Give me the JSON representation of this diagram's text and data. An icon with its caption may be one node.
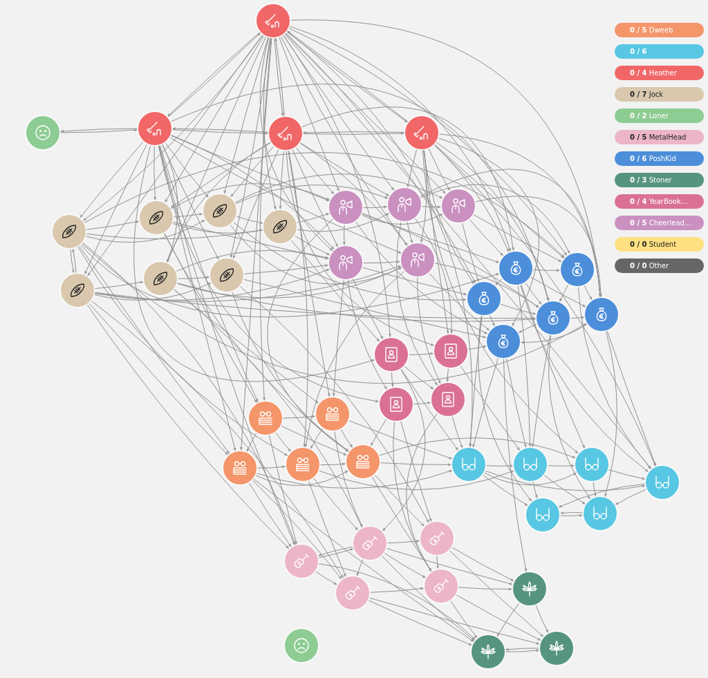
{
  "diagram": {
    "nodes": [
      {
        "text": [],
        "shape": "circle"
      },
      {
        "text": [],
        "shape": "circle"
      },
      {
        "text": [],
        "shape": "circle"
      },
      {
        "text": [],
        "shape": "circle"
      },
      {
        "text": [],
        "shape": "circle"
      },
      {
        "text": [],
        "shape": "circle"
      },
      {
        "text": [],
        "shape": "circle"
      },
      {
        "text": [],
        "shape": "circle"
      },
      {
        "text": [],
        "shape": "circle"
      },
      {
        "text": [],
        "shape": "circle"
      },
      {
        "text": [],
        "shape": "circle"
      },
      {
        "text": [],
        "shape": "circle"
      },
      {
        "text": [],
        "shape": "circle"
      },
      {
        "text": [],
        "shape": "circle"
      },
      {
        "text": [],
        "shape": "circle"
      },
      {
        "text": [],
        "shape": "circle"
      },
      {
        "text": [],
        "shape": "circle"
      },
      {
        "text": [],
        "shape": "circle"
      },
      {
        "text": [],
        "shape": "circle"
      },
      {
        "text": [],
        "shape": "circle"
      },
      {
        "text": [],
        "shape": "circle"
      },
      {
        "text": [],
        "shape": "circle"
      },
      {
        "text": [],
        "shape": "circle"
      },
      {
        "text": [],
        "shape": "circle"
      },
      {
        "text": [],
        "shape": "circle"
      },
      {
        "text": [],
        "shape": "circle"
      },
      {
        "text": [],
        "shape": "circle"
      },
      {
        "text": [],
        "shape": "circle"
      },
      {
        "text": [],
        "shape": "circle"
      },
      {
        "text": [],
        "shape": "circle"
      },
      {
        "text": [],
        "shape": "circle"
      },
      {
        "text": [],
        "shape": "circle"
      },
      {
        "text": [],
        "shape": "circle"
      },
      {
        "text": [],
        "shape": "circle"
      },
      {
        "text": [],
        "shape": "circle"
      },
      {
        "text": [],
        "shape": "circle"
      },
      {
        "text": [],
        "shape": "circle"
      },
      {
        "text": [],
        "shape": "circle"
      },
      {
        "text": [],
        "shape": "circle"
      },
      {
        "text": [],
        "shape": "circle"
      },
      {
        "text": [],
        "shape": "circle"
      },
      {
        "text": [],
        "shape": "circle"
      },
      {
        "text": [],
        "shape": "circle"
      },
      {
        "text": [],
        "shape": "circle"
      },
      {
        "text": [],
        "shape": "circle"
      },
      {
        "text": [],
        "shape": "circle"
      },
      {
        "text": [],
        "shape": "circle"
      }
    ],
    "edges": [
      {
        "from": 0,
        "to": 2,
        "arrow": "to"
      },
      {
        "from": 0,
        "to": 3,
        "arrow": "to"
      },
      {
        "from": 0,
        "to": 4,
        "arrow": "to"
      },
      {
        "from": 0,
        "to": 8,
        "arrow": "to"
      },
      {
        "from": 0,
        "to": 9,
        "arrow": "to"
      },
      {
        "from": 0,
        "to": 10,
        "arrow": "to"
      },
      {
        "from": 0,
        "to": 11,
        "arrow": "to"
      },
      {
        "from": 0,
        "to": 16,
        "arrow": "to"
      },
      {
        "from": 0,
        "to": 17,
        "arrow": "to"
      },
      {
        "from": 0,
        "to": 18,
        "arrow": "to"
      },
      {
        "from": 0,
        "to": 5,
        "arrow": "to"
      },
      {
        "from": 0,
        "to": 6,
        "arrow": "to"
      },
      {
        "from": 0,
        "to": 7,
        "arrow": "to"
      },
      {
        "from": 0,
        "to": 12,
        "arrow": "to"
      },
      {
        "from": 0,
        "to": 13,
        "arrow": "to"
      },
      {
        "from": 0,
        "to": 14,
        "arrow": "to"
      },
      {
        "from": 0,
        "to": 15,
        "arrow": "to"
      },
      {
        "from": 0,
        "to": 19,
        "arrow": "to"
      },
      {
        "from": 0,
        "to": 21,
        "arrow": "to"
      },
      {
        "from": 0,
        "to": 22,
        "arrow": "to"
      },
      {
        "from": 0,
        "to": 27,
        "arrow": "to"
      },
      {
        "from": 0,
        "to": 29,
        "arrow": "to"
      },
      {
        "from": 0,
        "to": 32,
        "arrow": "to"
      },
      {
        "from": 0,
        "to": 35,
        "arrow": "to"
      },
      {
        "from": 2,
        "to": 0,
        "arrow": "to"
      },
      {
        "from": 2,
        "to": 1,
        "arrow": "to"
      },
      {
        "from": 2,
        "to": 3,
        "arrow": "to"
      },
      {
        "from": 2,
        "to": 8,
        "arrow": "to"
      },
      {
        "from": 2,
        "to": 9,
        "arrow": "to"
      },
      {
        "from": 2,
        "to": 10,
        "arrow": "to"
      },
      {
        "from": 2,
        "to": 16,
        "arrow": "to"
      },
      {
        "from": 2,
        "to": 17,
        "arrow": "to"
      },
      {
        "from": 2,
        "to": 18,
        "arrow": "to"
      },
      {
        "from": 2,
        "to": 5,
        "arrow": "to"
      },
      {
        "from": 2,
        "to": 12,
        "arrow": "to"
      },
      {
        "from": 2,
        "to": 13,
        "arrow": "to"
      },
      {
        "from": 2,
        "to": 20,
        "arrow": "to"
      },
      {
        "from": 2,
        "to": 22,
        "arrow": "to"
      },
      {
        "from": 2,
        "to": 25,
        "arrow": "to"
      },
      {
        "from": 2,
        "to": 27,
        "arrow": "to"
      },
      {
        "from": 2,
        "to": 29,
        "arrow": "to"
      },
      {
        "from": 2,
        "to": 40,
        "arrow": "to"
      },
      {
        "from": 1,
        "to": 2,
        "arrow": "to"
      },
      {
        "from": 3,
        "to": 0,
        "arrow": "to"
      },
      {
        "from": 3,
        "to": 2,
        "arrow": "to"
      },
      {
        "from": 3,
        "to": 4,
        "arrow": "to"
      },
      {
        "from": 3,
        "to": 8,
        "arrow": "to"
      },
      {
        "from": 3,
        "to": 9,
        "arrow": "to"
      },
      {
        "from": 3,
        "to": 11,
        "arrow": "to"
      },
      {
        "from": 3,
        "to": 16,
        "arrow": "to"
      },
      {
        "from": 3,
        "to": 17,
        "arrow": "to"
      },
      {
        "from": 3,
        "to": 5,
        "arrow": "to"
      },
      {
        "from": 3,
        "to": 6,
        "arrow": "to"
      },
      {
        "from": 3,
        "to": 12,
        "arrow": "to"
      },
      {
        "from": 3,
        "to": 13,
        "arrow": "to"
      },
      {
        "from": 3,
        "to": 14,
        "arrow": "to"
      },
      {
        "from": 3,
        "to": 23,
        "arrow": "to"
      },
      {
        "from": 3,
        "to": 28,
        "arrow": "to"
      },
      {
        "from": 3,
        "to": 30,
        "arrow": "to"
      },
      {
        "from": 4,
        "to": 0,
        "arrow": "to"
      },
      {
        "from": 4,
        "to": 3,
        "arrow": "to"
      },
      {
        "from": 4,
        "to": 7,
        "arrow": "to"
      },
      {
        "from": 4,
        "to": 6,
        "arrow": "to"
      },
      {
        "from": 4,
        "to": 13,
        "arrow": "to"
      },
      {
        "from": 4,
        "to": 14,
        "arrow": "to"
      },
      {
        "from": 4,
        "to": 15,
        "arrow": "to"
      },
      {
        "from": 4,
        "to": 19,
        "arrow": "to"
      },
      {
        "from": 4,
        "to": 21,
        "arrow": "to"
      },
      {
        "from": 4,
        "to": 20,
        "arrow": "to"
      },
      {
        "from": 4,
        "to": 24,
        "arrow": "to"
      },
      {
        "from": 4,
        "to": 23,
        "arrow": "to"
      },
      {
        "from": 4,
        "to": 34,
        "arrow": "to"
      },
      {
        "from": 4,
        "to": 35,
        "arrow": "to"
      },
      {
        "from": 10,
        "to": 18,
        "arrow": "to"
      },
      {
        "from": 18,
        "to": 10,
        "arrow": "to"
      },
      {
        "from": 10,
        "to": 8,
        "arrow": "to"
      },
      {
        "from": 10,
        "to": 9,
        "arrow": "to"
      },
      {
        "from": 10,
        "to": 11,
        "arrow": "to"
      },
      {
        "from": 10,
        "to": 14,
        "arrow": "to"
      },
      {
        "from": 10,
        "to": 15,
        "arrow": "to"
      },
      {
        "from": 10,
        "to": 21,
        "arrow": "to"
      },
      {
        "from": 10,
        "to": 30,
        "arrow": "to"
      },
      {
        "from": 10,
        "to": 29,
        "arrow": "to"
      },
      {
        "from": 10,
        "to": 40,
        "arrow": "to"
      },
      {
        "from": 18,
        "to": 16,
        "arrow": "to"
      },
      {
        "from": 18,
        "to": 17,
        "arrow": "to"
      },
      {
        "from": 18,
        "to": 12,
        "arrow": "to"
      },
      {
        "from": 18,
        "to": 13,
        "arrow": "to"
      },
      {
        "from": 18,
        "to": 20,
        "arrow": "to"
      },
      {
        "from": 18,
        "to": 29,
        "arrow": "to"
      },
      {
        "from": 18,
        "to": 40,
        "arrow": "to"
      },
      {
        "from": 18,
        "to": 41,
        "arrow": "to"
      },
      {
        "from": 8,
        "to": 9,
        "arrow": "to"
      },
      {
        "from": 8,
        "to": 11,
        "arrow": "to"
      },
      {
        "from": 8,
        "to": 5,
        "arrow": "to"
      },
      {
        "from": 8,
        "to": 12,
        "arrow": "to"
      },
      {
        "from": 8,
        "to": 31,
        "arrow": "to"
      },
      {
        "from": 8,
        "to": 27,
        "arrow": "to"
      },
      {
        "from": 9,
        "to": 11,
        "arrow": "to"
      },
      {
        "from": 9,
        "to": 6,
        "arrow": "to"
      },
      {
        "from": 9,
        "to": 7,
        "arrow": "to"
      },
      {
        "from": 9,
        "to": 13,
        "arrow": "to"
      },
      {
        "from": 9,
        "to": 19,
        "arrow": "to"
      },
      {
        "from": 16,
        "to": 17,
        "arrow": "to"
      },
      {
        "from": 16,
        "to": 12,
        "arrow": "to"
      },
      {
        "from": 16,
        "to": 13,
        "arrow": "to"
      },
      {
        "from": 16,
        "to": 20,
        "arrow": "to"
      },
      {
        "from": 16,
        "to": 28,
        "arrow": "to"
      },
      {
        "from": 16,
        "to": 38,
        "arrow": "to"
      },
      {
        "from": 17,
        "to": 12,
        "arrow": "to"
      },
      {
        "from": 17,
        "to": 24,
        "arrow": "to"
      },
      {
        "from": 17,
        "to": 31,
        "arrow": "to"
      },
      {
        "from": 17,
        "to": 39,
        "arrow": "to"
      },
      {
        "from": 11,
        "to": 5,
        "arrow": "to"
      },
      {
        "from": 11,
        "to": 6,
        "arrow": "to"
      },
      {
        "from": 11,
        "to": 12,
        "arrow": "to"
      },
      {
        "from": 11,
        "to": 22,
        "arrow": "to"
      },
      {
        "from": 5,
        "to": 6,
        "arrow": "to"
      },
      {
        "from": 5,
        "to": 7,
        "arrow": "to"
      },
      {
        "from": 5,
        "to": 12,
        "arrow": "to"
      },
      {
        "from": 5,
        "to": 14,
        "arrow": "to"
      },
      {
        "from": 5,
        "to": 20,
        "arrow": "to"
      },
      {
        "from": 5,
        "to": 24,
        "arrow": "to"
      },
      {
        "from": 5,
        "to": 31,
        "arrow": "to"
      },
      {
        "from": 6,
        "to": 7,
        "arrow": "to"
      },
      {
        "from": 6,
        "to": 13,
        "arrow": "to"
      },
      {
        "from": 6,
        "to": 15,
        "arrow": "to"
      },
      {
        "from": 6,
        "to": 21,
        "arrow": "to"
      },
      {
        "from": 6,
        "to": 23,
        "arrow": "to"
      },
      {
        "from": 6,
        "to": 26,
        "arrow": "to"
      },
      {
        "from": 7,
        "to": 15,
        "arrow": "to"
      },
      {
        "from": 7,
        "to": 21,
        "arrow": "to"
      },
      {
        "from": 7,
        "to": 14,
        "arrow": "to"
      },
      {
        "from": 7,
        "to": 19,
        "arrow": "to"
      },
      {
        "from": 12,
        "to": 13,
        "arrow": "to"
      },
      {
        "from": 12,
        "to": 19,
        "arrow": "to"
      },
      {
        "from": 12,
        "to": 22,
        "arrow": "to"
      },
      {
        "from": 12,
        "to": 25,
        "arrow": "to"
      },
      {
        "from": 12,
        "to": 28,
        "arrow": "to"
      },
      {
        "from": 13,
        "to": 20,
        "arrow": "to"
      },
      {
        "from": 13,
        "to": 24,
        "arrow": "to"
      },
      {
        "from": 13,
        "to": 26,
        "arrow": "to"
      },
      {
        "from": 13,
        "to": 30,
        "arrow": "to"
      },
      {
        "from": 14,
        "to": 15,
        "arrow": "to"
      },
      {
        "from": 14,
        "to": 19,
        "arrow": "to"
      },
      {
        "from": 14,
        "to": 20,
        "arrow": "to"
      },
      {
        "from": 14,
        "to": 21,
        "arrow": "to"
      },
      {
        "from": 14,
        "to": 33,
        "arrow": "to"
      },
      {
        "from": 14,
        "to": 34,
        "arrow": "to"
      },
      {
        "from": 14,
        "to": 35,
        "arrow": "to"
      },
      {
        "from": 15,
        "to": 21,
        "arrow": "to"
      },
      {
        "from": 15,
        "to": 20,
        "arrow": "to"
      },
      {
        "from": 15,
        "to": 35,
        "arrow": "to"
      },
      {
        "from": 19,
        "to": 20,
        "arrow": "to"
      },
      {
        "from": 19,
        "to": 24,
        "arrow": "to"
      },
      {
        "from": 19,
        "to": 32,
        "arrow": "to"
      },
      {
        "from": 19,
        "to": 36,
        "arrow": "to"
      },
      {
        "from": 20,
        "to": 21,
        "arrow": "to"
      },
      {
        "from": 20,
        "to": 24,
        "arrow": "to"
      },
      {
        "from": 20,
        "to": 33,
        "arrow": "to"
      },
      {
        "from": 20,
        "to": 37,
        "arrow": "to"
      },
      {
        "from": 21,
        "to": 24,
        "arrow": "to"
      },
      {
        "from": 21,
        "to": 35,
        "arrow": "to"
      },
      {
        "from": 21,
        "to": 37,
        "arrow": "to"
      },
      {
        "from": 24,
        "to": 32,
        "arrow": "to"
      },
      {
        "from": 24,
        "to": 33,
        "arrow": "to"
      },
      {
        "from": 24,
        "to": 43,
        "arrow": "to"
      },
      {
        "from": 22,
        "to": 23,
        "arrow": "to"
      },
      {
        "from": 22,
        "to": 25,
        "arrow": "to"
      },
      {
        "from": 22,
        "to": 26,
        "arrow": "to"
      },
      {
        "from": 22,
        "to": 38,
        "arrow": "to"
      },
      {
        "from": 22,
        "to": 32,
        "arrow": "to"
      },
      {
        "from": 23,
        "to": 26,
        "arrow": "to"
      },
      {
        "from": 23,
        "to": 24,
        "arrow": "to"
      },
      {
        "from": 23,
        "to": 33,
        "arrow": "to"
      },
      {
        "from": 25,
        "to": 26,
        "arrow": "to"
      },
      {
        "from": 25,
        "to": 31,
        "arrow": "to"
      },
      {
        "from": 25,
        "to": 39,
        "arrow": "to"
      },
      {
        "from": 25,
        "to": 42,
        "arrow": "to"
      },
      {
        "from": 26,
        "to": 32,
        "arrow": "to"
      },
      {
        "from": 26,
        "to": 42,
        "arrow": "to"
      },
      {
        "from": 27,
        "to": 28,
        "arrow": "to"
      },
      {
        "from": 27,
        "to": 29,
        "arrow": "to"
      },
      {
        "from": 27,
        "to": 30,
        "arrow": "to"
      },
      {
        "from": 27,
        "to": 31,
        "arrow": "to"
      },
      {
        "from": 27,
        "to": 40,
        "arrow": "to"
      },
      {
        "from": 28,
        "to": 30,
        "arrow": "to"
      },
      {
        "from": 28,
        "to": 31,
        "arrow": "to"
      },
      {
        "from": 28,
        "to": 32,
        "arrow": "to"
      },
      {
        "from": 28,
        "to": 38,
        "arrow": "to"
      },
      {
        "from": 29,
        "to": 30,
        "arrow": "to"
      },
      {
        "from": 29,
        "to": 31,
        "arrow": "to"
      },
      {
        "from": 29,
        "to": 32,
        "arrow": "to"
      },
      {
        "from": 29,
        "to": 40,
        "arrow": "to"
      },
      {
        "from": 29,
        "to": 41,
        "arrow": "to"
      },
      {
        "from": 29,
        "to": 45,
        "arrow": "to"
      },
      {
        "from": 30,
        "to": 31,
        "arrow": "to"
      },
      {
        "from": 30,
        "to": 33,
        "arrow": "to"
      },
      {
        "from": 30,
        "to": 38,
        "arrow": "to"
      },
      {
        "from": 30,
        "to": 41,
        "arrow": "to"
      },
      {
        "from": 31,
        "to": 32,
        "arrow": "to"
      },
      {
        "from": 31,
        "to": 34,
        "arrow": "to"
      },
      {
        "from": 31,
        "to": 39,
        "arrow": "to"
      },
      {
        "from": 31,
        "to": 42,
        "arrow": "to"
      },
      {
        "from": 32,
        "to": 33,
        "arrow": "to"
      },
      {
        "from": 32,
        "to": 34,
        "arrow": "to"
      },
      {
        "from": 32,
        "to": 36,
        "arrow": "to"
      },
      {
        "from": 32,
        "to": 35,
        "arrow": "to"
      },
      {
        "from": 33,
        "to": 34,
        "arrow": "to"
      },
      {
        "from": 33,
        "to": 36,
        "arrow": "to"
      },
      {
        "from": 33,
        "to": 37,
        "arrow": "to"
      },
      {
        "from": 34,
        "to": 35,
        "arrow": "to"
      },
      {
        "from": 34,
        "to": 37,
        "arrow": "to"
      },
      {
        "from": 35,
        "to": 37,
        "arrow": "to"
      },
      {
        "from": 35,
        "to": 36,
        "arrow": "to"
      },
      {
        "from": 36,
        "to": 37,
        "arrow": "to"
      },
      {
        "from": 37,
        "to": 36,
        "arrow": "to"
      },
      {
        "from": 38,
        "to": 39,
        "arrow": "to"
      },
      {
        "from": 38,
        "to": 40,
        "arrow": "to"
      },
      {
        "from": 38,
        "to": 41,
        "arrow": "to"
      },
      {
        "from": 38,
        "to": 42,
        "arrow": "to"
      },
      {
        "from": 38,
        "to": 43,
        "arrow": "to"
      },
      {
        "from": 38,
        "to": 45,
        "arrow": "to"
      },
      {
        "from": 39,
        "to": 42,
        "arrow": "to"
      },
      {
        "from": 39,
        "to": 43,
        "arrow": "to"
      },
      {
        "from": 39,
        "to": 46,
        "arrow": "to"
      },
      {
        "from": 40,
        "to": 41,
        "arrow": "to"
      },
      {
        "from": 40,
        "to": 38,
        "arrow": "to"
      },
      {
        "from": 40,
        "to": 45,
        "arrow": "to"
      },
      {
        "from": 41,
        "to": 42,
        "arrow": "to"
      },
      {
        "from": 41,
        "to": 45,
        "arrow": "to"
      },
      {
        "from": 41,
        "to": 46,
        "arrow": "to"
      },
      {
        "from": 42,
        "to": 43,
        "arrow": "to"
      },
      {
        "from": 42,
        "to": 45,
        "arrow": "to"
      },
      {
        "from": 42,
        "to": 46,
        "arrow": "to"
      },
      {
        "from": 43,
        "to": 45,
        "arrow": "to"
      },
      {
        "from": 43,
        "to": 46,
        "arrow": "to"
      },
      {
        "from": 45,
        "to": 46,
        "arrow": "to"
      },
      {
        "from": 46,
        "to": 45,
        "arrow": "to"
      }
    ],
    "legend": [
      {
        "text": "**0 / 5** Dweeb",
        "color": "#f4956a"
      },
      {
        "text": "**0 / 6**",
        "color": "#57c7e3"
      },
      {
        "text": "**0 / 4** Heather",
        "color": "#f16667"
      },
      {
        "text": "**0 / 7** Jock",
        "color": "#d9c8ae"
      },
      {
        "text": "**0 / 2** Loner",
        "color": "#8dcc93"
      },
      {
        "text": "**0 / 5** MetalHead",
        "color": "#ecb5c9"
      },
      {
        "text": "**0 / 6** PoshKid",
        "color": "#4c8eda"
      },
      {
        "text": "**0 / 3** Stoner",
        "color": "#569480"
      },
      {
        "text": "**0 / 4** YearBook…",
        "color": "#da7194"
      },
      {
        "text": "**0 / 5** Cheerlead…",
        "color": "#c990c0"
      },
      {
        "text": "**0 / 0** Student",
        "color": "#ffe081"
      },
      {
        "text": "**0 / 0** Other",
        "color": "#666666"
      }
    ]
  }
}
